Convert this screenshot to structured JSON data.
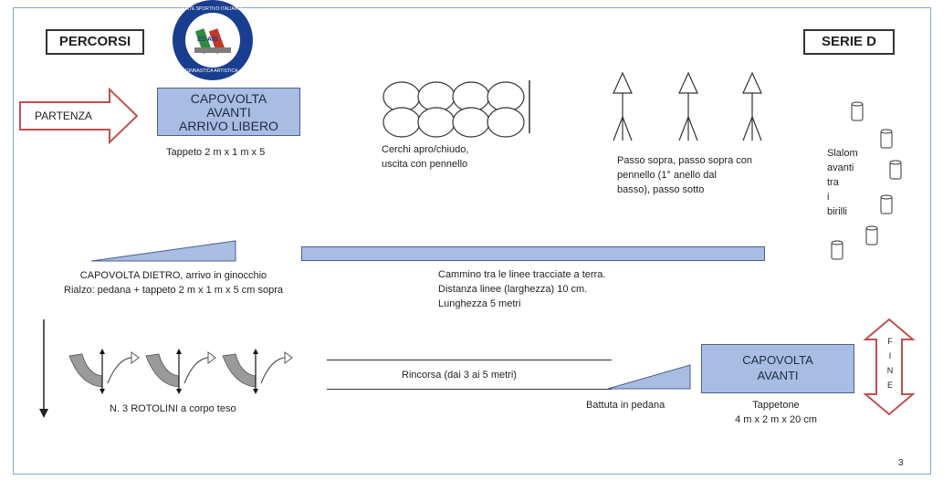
{
  "header": {
    "left_label": "PERCORSI",
    "right_label": "SERIE D"
  },
  "logo": {
    "text_top": "ENTE SPORTIVO ITALIANO",
    "text_bottom": "GINNASTICA ARTISTICA",
    "text_center": "ES AIS"
  },
  "start": {
    "arrow_label": "PARTENZA",
    "box_lines": [
      "CAPOVOLTA",
      "AVANTI",
      "ARRIVO LIBERO"
    ],
    "caption": "Tappeto 2 m x 1 m x 5"
  },
  "hoops": {
    "caption_lines": [
      "Cerchi apro/chiudo,",
      "uscita con pennello"
    ]
  },
  "cones": {
    "caption_lines": [
      "Passo sopra, passo sopra con",
      "pennello (1° anello dal",
      "basso), passo sotto"
    ]
  },
  "slalom": {
    "caption_lines": [
      "Slalom",
      "avanti",
      "tra",
      "i",
      "birilli"
    ]
  },
  "backward_roll": {
    "caption_lines": [
      "CAPOVOLTA DIETRO, arrivo in  ginocchio",
      "Rialzo: pedana + tappeto 2 m x 1 m x 5 cm sopra"
    ]
  },
  "walk_lines": {
    "caption_lines": [
      "Cammino tra le linee tracciate a terra.",
      "Distanza linee (larghezza)   10 cm.",
      "Lunghezza  5 metri"
    ]
  },
  "rolls": {
    "caption": "N. 3 ROTOLINI a corpo teso"
  },
  "runup": {
    "caption": "Rincorsa (dai 3 ai 5 metri)"
  },
  "springboard": {
    "caption": "Battuta in pedana"
  },
  "final": {
    "box_lines": [
      "CAPOVOLTA",
      "AVANTI"
    ],
    "caption_lines": [
      "Tappetone",
      "4 m x 2 m x 20 cm"
    ],
    "end_letters": [
      "F",
      "I",
      "N",
      "E"
    ]
  },
  "page_number": "3",
  "colors": {
    "box_fill": "#a9bde3",
    "arrow_red": "#c0504d",
    "frame": "#7fa7c9"
  }
}
